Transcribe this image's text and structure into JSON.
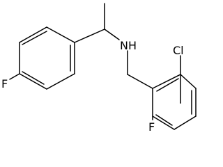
{
  "molecule": {
    "atoms": {
      "fluorine_left": "F",
      "amine": "NH",
      "chlorine": "Cl",
      "fluorine_bottom": "F"
    }
  }
}
